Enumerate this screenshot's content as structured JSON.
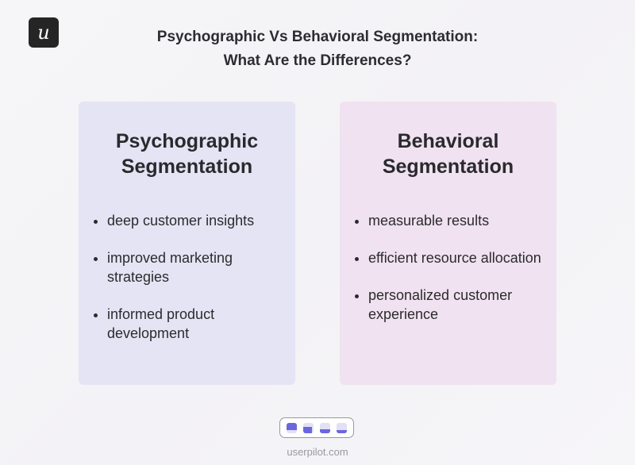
{
  "logo": {
    "letter": "u"
  },
  "title": {
    "line1": "Psychographic Vs Behavioral Segmentation:",
    "line2": "What Are the Differences?"
  },
  "cards": [
    {
      "heading1": "Psychographic",
      "heading2": "Segmentation",
      "items": [
        "deep customer insights",
        " improved marketing strategies",
        "informed product development"
      ]
    },
    {
      "heading1": "Behavioral",
      "heading2": "Segmentation",
      "items": [
        "measurable results",
        "efficient resource allocation",
        "personalized customer experience"
      ]
    }
  ],
  "footer": {
    "icons": [
      "onboarding-icon",
      "analytics-icon",
      "survey-icon",
      "resource-icon"
    ],
    "site": "userpilot.com"
  },
  "colors": {
    "card1": "#e5e4f4",
    "card2": "#f0e2f0",
    "accent": "#6b66e0"
  }
}
